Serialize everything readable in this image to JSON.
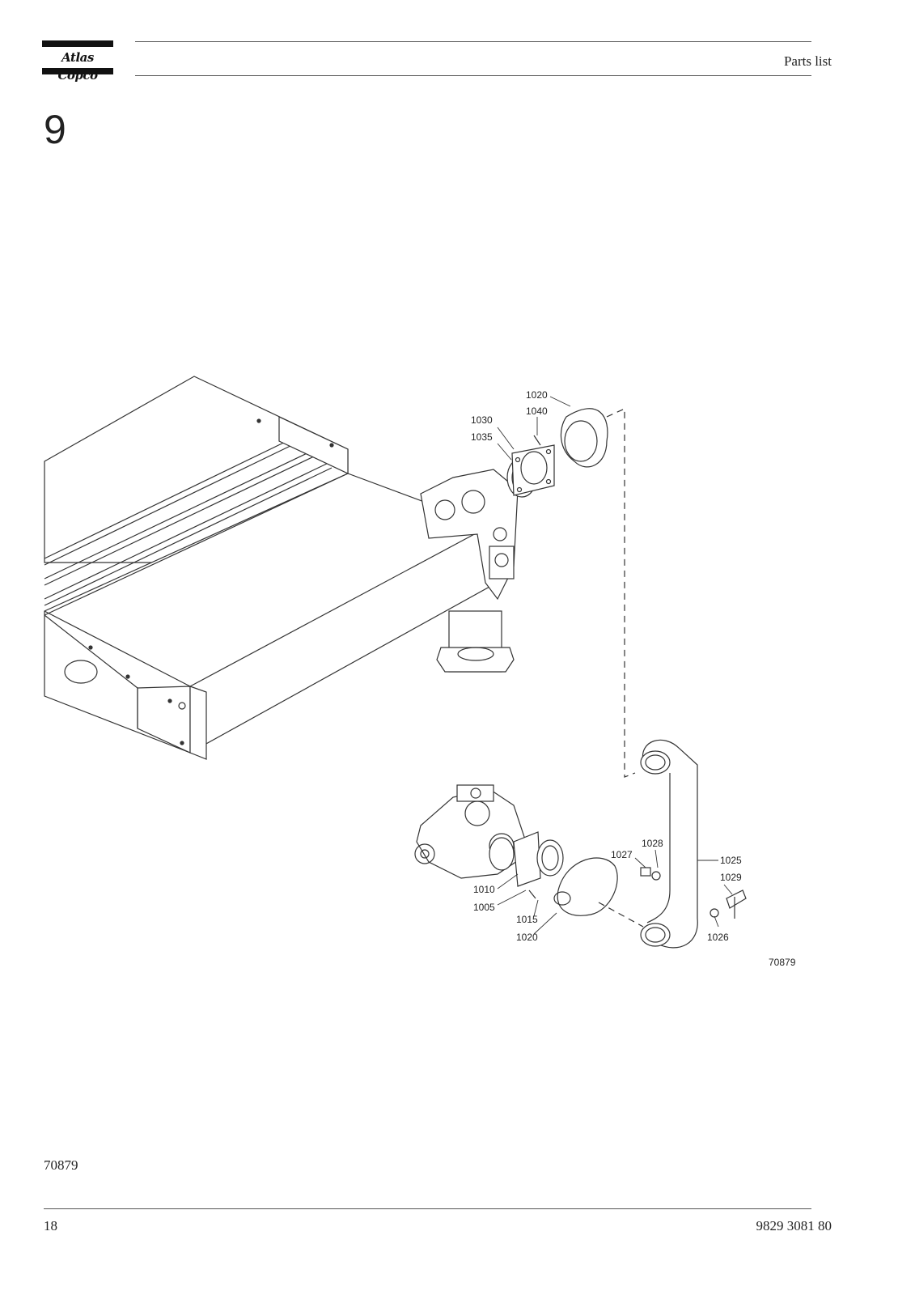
{
  "header": {
    "brand": "Atlas Copco",
    "section": "Parts list"
  },
  "chapter_number": "9",
  "figure": {
    "drawing_number": "70879",
    "callouts": [
      "1020",
      "1040",
      "1030",
      "1035",
      "1028",
      "1027",
      "1025",
      "1029",
      "1010",
      "1005",
      "1015",
      "1020",
      "1026"
    ]
  },
  "figure_caption": "70879",
  "footer": {
    "page_number": "18",
    "document_number": "9829 3081 80"
  }
}
